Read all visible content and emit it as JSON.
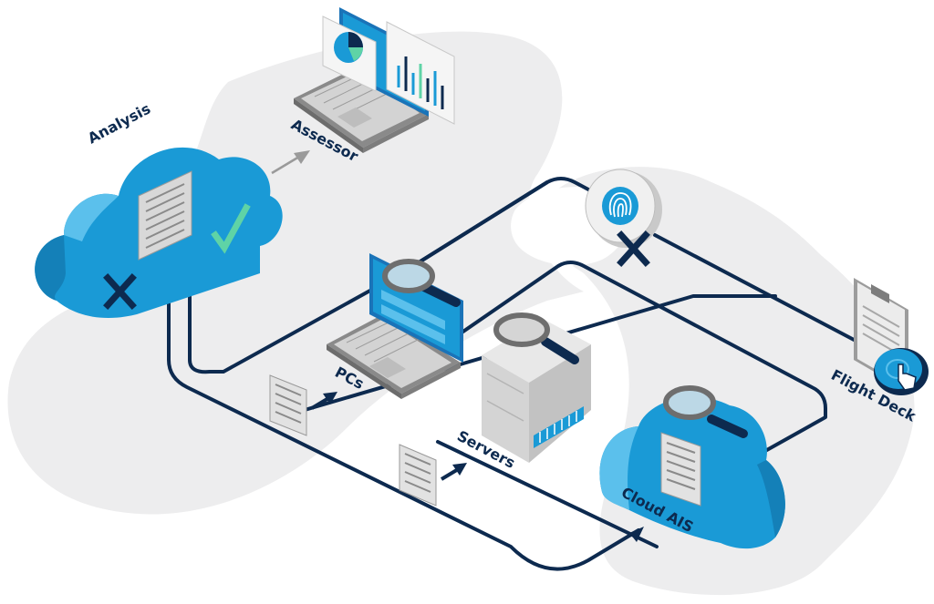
{
  "labels": {
    "analysis": "Analysis",
    "assessor": "Assessor",
    "pcs": "PCs",
    "servers": "Servers",
    "flight_deck": "Flight Deck",
    "cloud_ais": "Cloud AIS"
  },
  "colors": {
    "background_blob": "#ededee",
    "connector_line": "#0d2a4f",
    "cloud_blue": "#1a9ad6",
    "cloud_dark": "#1480b8",
    "cloud_light": "#5bc0ec",
    "check_green": "#5fd3a6",
    "label_text": "#0d2a4f",
    "grey_arrow": "#9a9a9a"
  },
  "icons": [
    "analysis-cloud-icon",
    "document-icon",
    "checkmark-icon",
    "x-mark-icon",
    "laptop-icon",
    "pie-chart-icon",
    "bar-chart-icon",
    "magnifier-icon",
    "server-tower-icon",
    "fingerprint-icon",
    "clipboard-icon",
    "pointer-hand-icon",
    "cloud-ais-icon"
  ]
}
